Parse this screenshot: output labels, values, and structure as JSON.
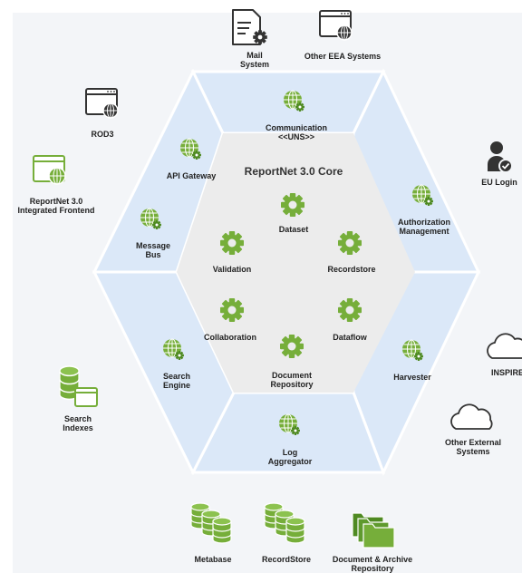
{
  "core": {
    "title": "ReportNet 3.0 Core"
  },
  "core_components": [
    {
      "id": "dataset",
      "label": "Dataset"
    },
    {
      "id": "validation",
      "label": "Validation"
    },
    {
      "id": "recordstore",
      "label": "Recordstore"
    },
    {
      "id": "collaboration",
      "label": "Collaboration"
    },
    {
      "id": "dataflow",
      "label": "Dataflow"
    },
    {
      "id": "document-repository",
      "label": "Document\nRepository"
    }
  ],
  "ring_services": [
    {
      "id": "communication",
      "label": "Communication\n<<UNS>>"
    },
    {
      "id": "api-gateway",
      "label": "API Gateway"
    },
    {
      "id": "message-bus",
      "label": "Message\nBus"
    },
    {
      "id": "authorization",
      "label": "Authorization\nManagement"
    },
    {
      "id": "search-engine",
      "label": "Search\nEngine"
    },
    {
      "id": "harvester",
      "label": "Harvester"
    },
    {
      "id": "log-aggregator",
      "label": "Log\nAggregator"
    }
  ],
  "external_systems": [
    {
      "id": "mail-system",
      "label": "Mail\nSystem",
      "icon": "mail-gear-icon"
    },
    {
      "id": "other-eea",
      "label": "Other EEA Systems",
      "icon": "browser-globe-icon"
    },
    {
      "id": "rod3",
      "label": "ROD3",
      "icon": "browser-globe-icon"
    },
    {
      "id": "reportnet-frontend",
      "label": "ReportNet 3.0\nIntegrated Frontend",
      "icon": "browser-globe-icon"
    },
    {
      "id": "eu-login",
      "label": "EU Login",
      "icon": "user-check-icon"
    },
    {
      "id": "inspire",
      "label": "INSPIRE",
      "icon": "cloud-icon"
    },
    {
      "id": "other-external",
      "label": "Other External\nSystems",
      "icon": "cloud-icon"
    },
    {
      "id": "search-indexes",
      "label": "Search\nIndexes",
      "icon": "database-window-icon"
    },
    {
      "id": "metabase",
      "label": "Metabase",
      "icon": "database-icon"
    },
    {
      "id": "recordstore-db",
      "label": "RecordStore",
      "icon": "database-icon"
    },
    {
      "id": "doc-archive",
      "label": "Document & Archive\nRepository",
      "icon": "folders-icon"
    }
  ],
  "colors": {
    "ring": "#dbe8f8",
    "core": "#ececec",
    "panel": "#f3f5f8",
    "green": "#76ae3a",
    "green_dark": "#4f8a22",
    "icon_dark": "#333333"
  }
}
